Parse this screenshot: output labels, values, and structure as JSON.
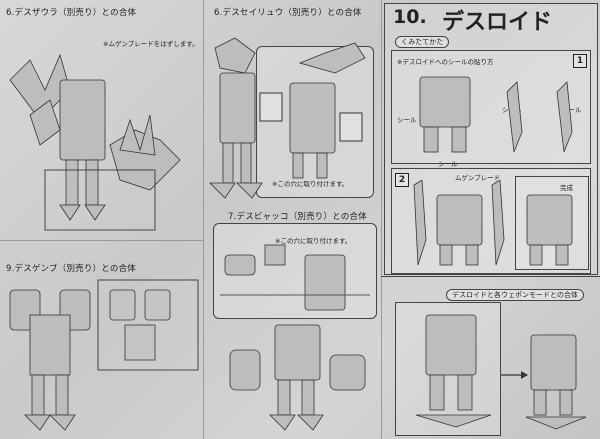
{
  "sections": {
    "deathsaurer": {
      "label": "6.デスザウラ（別売り）との合体",
      "note": "※ムゲンブレードをはずします。"
    },
    "deathseiryu": {
      "label": "6.デスセイリュウ（別売り）との合体",
      "note": "※この穴に取り付けます。"
    },
    "deathgenbu": {
      "label": "9.デスゲンブ（別売り）との合体"
    },
    "deathbyakko": {
      "label": "7.デスビャッコ（別売り）との合体",
      "note": "※この穴に取り付けます。"
    }
  },
  "deathroid": {
    "number": "10.",
    "title": "デスロイド",
    "howto_label": "くみたてかた",
    "sticker_heading": "※デスロイドへのシールの貼り方",
    "step1": "1",
    "step2": "2",
    "sticker_label": "シール",
    "blade_label": "ムゲンブレード",
    "completion": "完成",
    "weapon_mode_label": "デスロイドと各ウェポンモードとの合体"
  }
}
